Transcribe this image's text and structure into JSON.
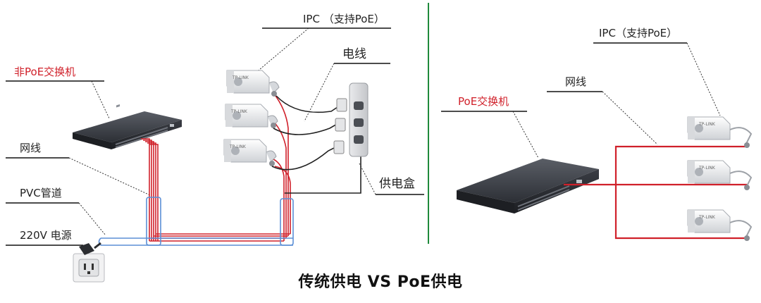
{
  "colors": {
    "poe_cable": "#d0202a",
    "network_cable": "#d0202a",
    "power_cord": "#222222",
    "pvc_pipe": "#5b8fd6",
    "divider": "#1f8a3b",
    "label_red": "#d0202a",
    "label_dark": "#222222"
  },
  "left": {
    "labels": {
      "ipc": "IPC （支持PoE）",
      "power_wire": "电线",
      "non_poe_switch": "非PoE交换机",
      "network_cable": "网线",
      "power_box": "供电盒",
      "pvc_pipe": "PVC管道",
      "mains": "220V 电源"
    },
    "camera_brand": "TP-LINK"
  },
  "right": {
    "labels": {
      "ipc": "IPC（支持PoE）",
      "network_cable": "网线",
      "poe_switch": "PoE交换机"
    },
    "camera_brand": "TP-LINK"
  },
  "title": "传统供电 VS PoE供电",
  "icons": [
    "non-poe-switch-icon",
    "poe-switch-icon",
    "ip-camera-icon",
    "power-strip-icon",
    "power-adapter-icon",
    "wall-outlet-icon",
    "power-plug-icon"
  ]
}
